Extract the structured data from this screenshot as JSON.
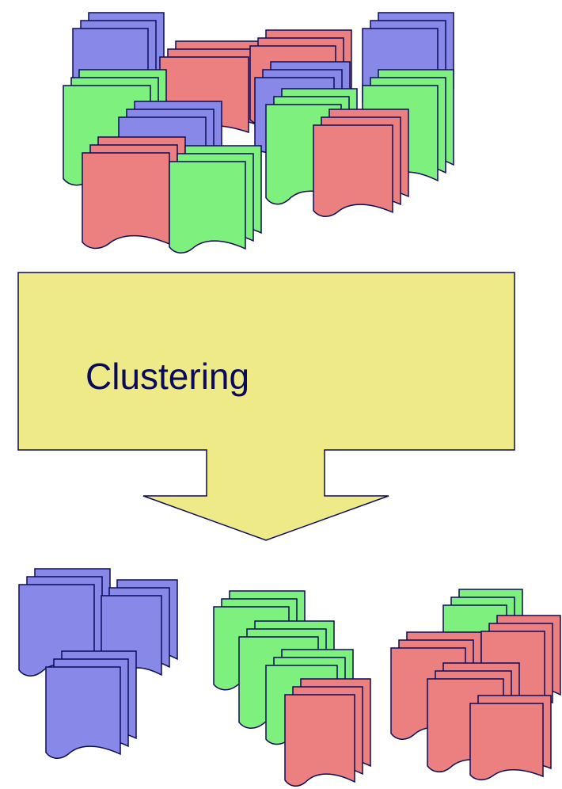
{
  "process": {
    "label": "Clustering"
  },
  "colors": {
    "blue_document": "#8888e8",
    "green_document": "#7ef07e",
    "red_document": "#ec8080",
    "arrow_fill": "#eeea88",
    "outline": "#0a0a5a"
  },
  "input_documents": {
    "colors": [
      "blue",
      "red",
      "green"
    ],
    "mixed": true
  },
  "output_clusters": [
    {
      "color": "blue"
    },
    {
      "color": "green"
    },
    {
      "color": "red"
    }
  ]
}
